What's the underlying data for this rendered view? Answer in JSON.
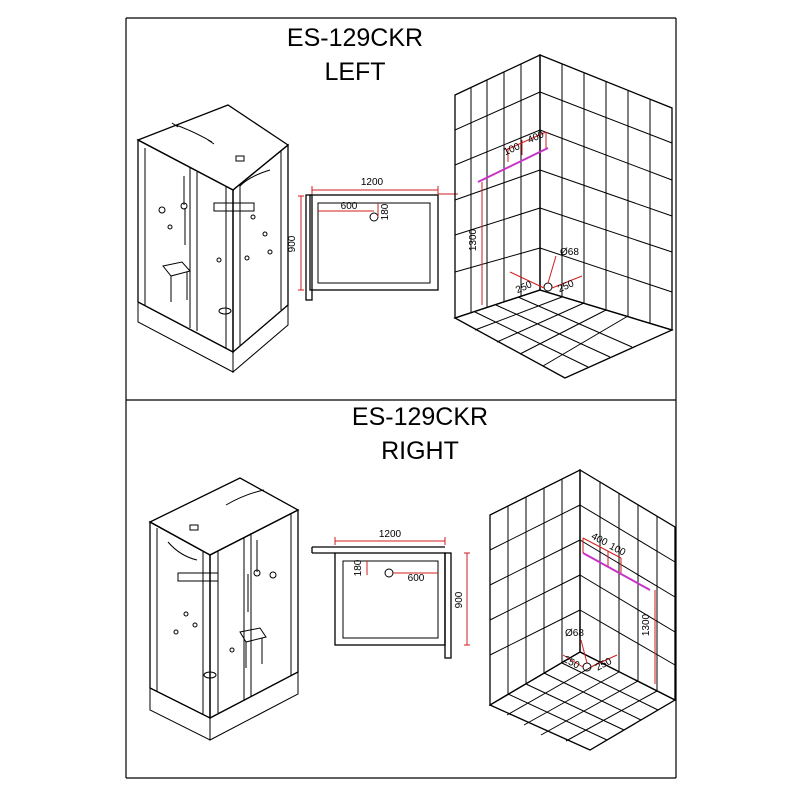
{
  "sheet": {
    "left": {
      "model": "ES-129CKR",
      "side": "LEFT",
      "tray": {
        "width": "1200",
        "depth": "900",
        "drain_x": "600",
        "drain_y": "180"
      },
      "wall": {
        "height": "1300",
        "pipe_gap": "100",
        "pipe_span": "400",
        "drain_diameter": "Ø68",
        "drain_off_a": "250",
        "drain_off_b": "250"
      }
    },
    "right": {
      "model": "ES-129CKR",
      "side": "RIGHT",
      "tray": {
        "width": "1200",
        "depth": "900",
        "drain_x": "600",
        "drain_y": "180"
      },
      "wall": {
        "height": "1300",
        "pipe_gap": "100",
        "pipe_span": "400",
        "drain_diameter": "Ø68",
        "drain_off_a": "250",
        "drain_off_b": "250"
      }
    }
  }
}
